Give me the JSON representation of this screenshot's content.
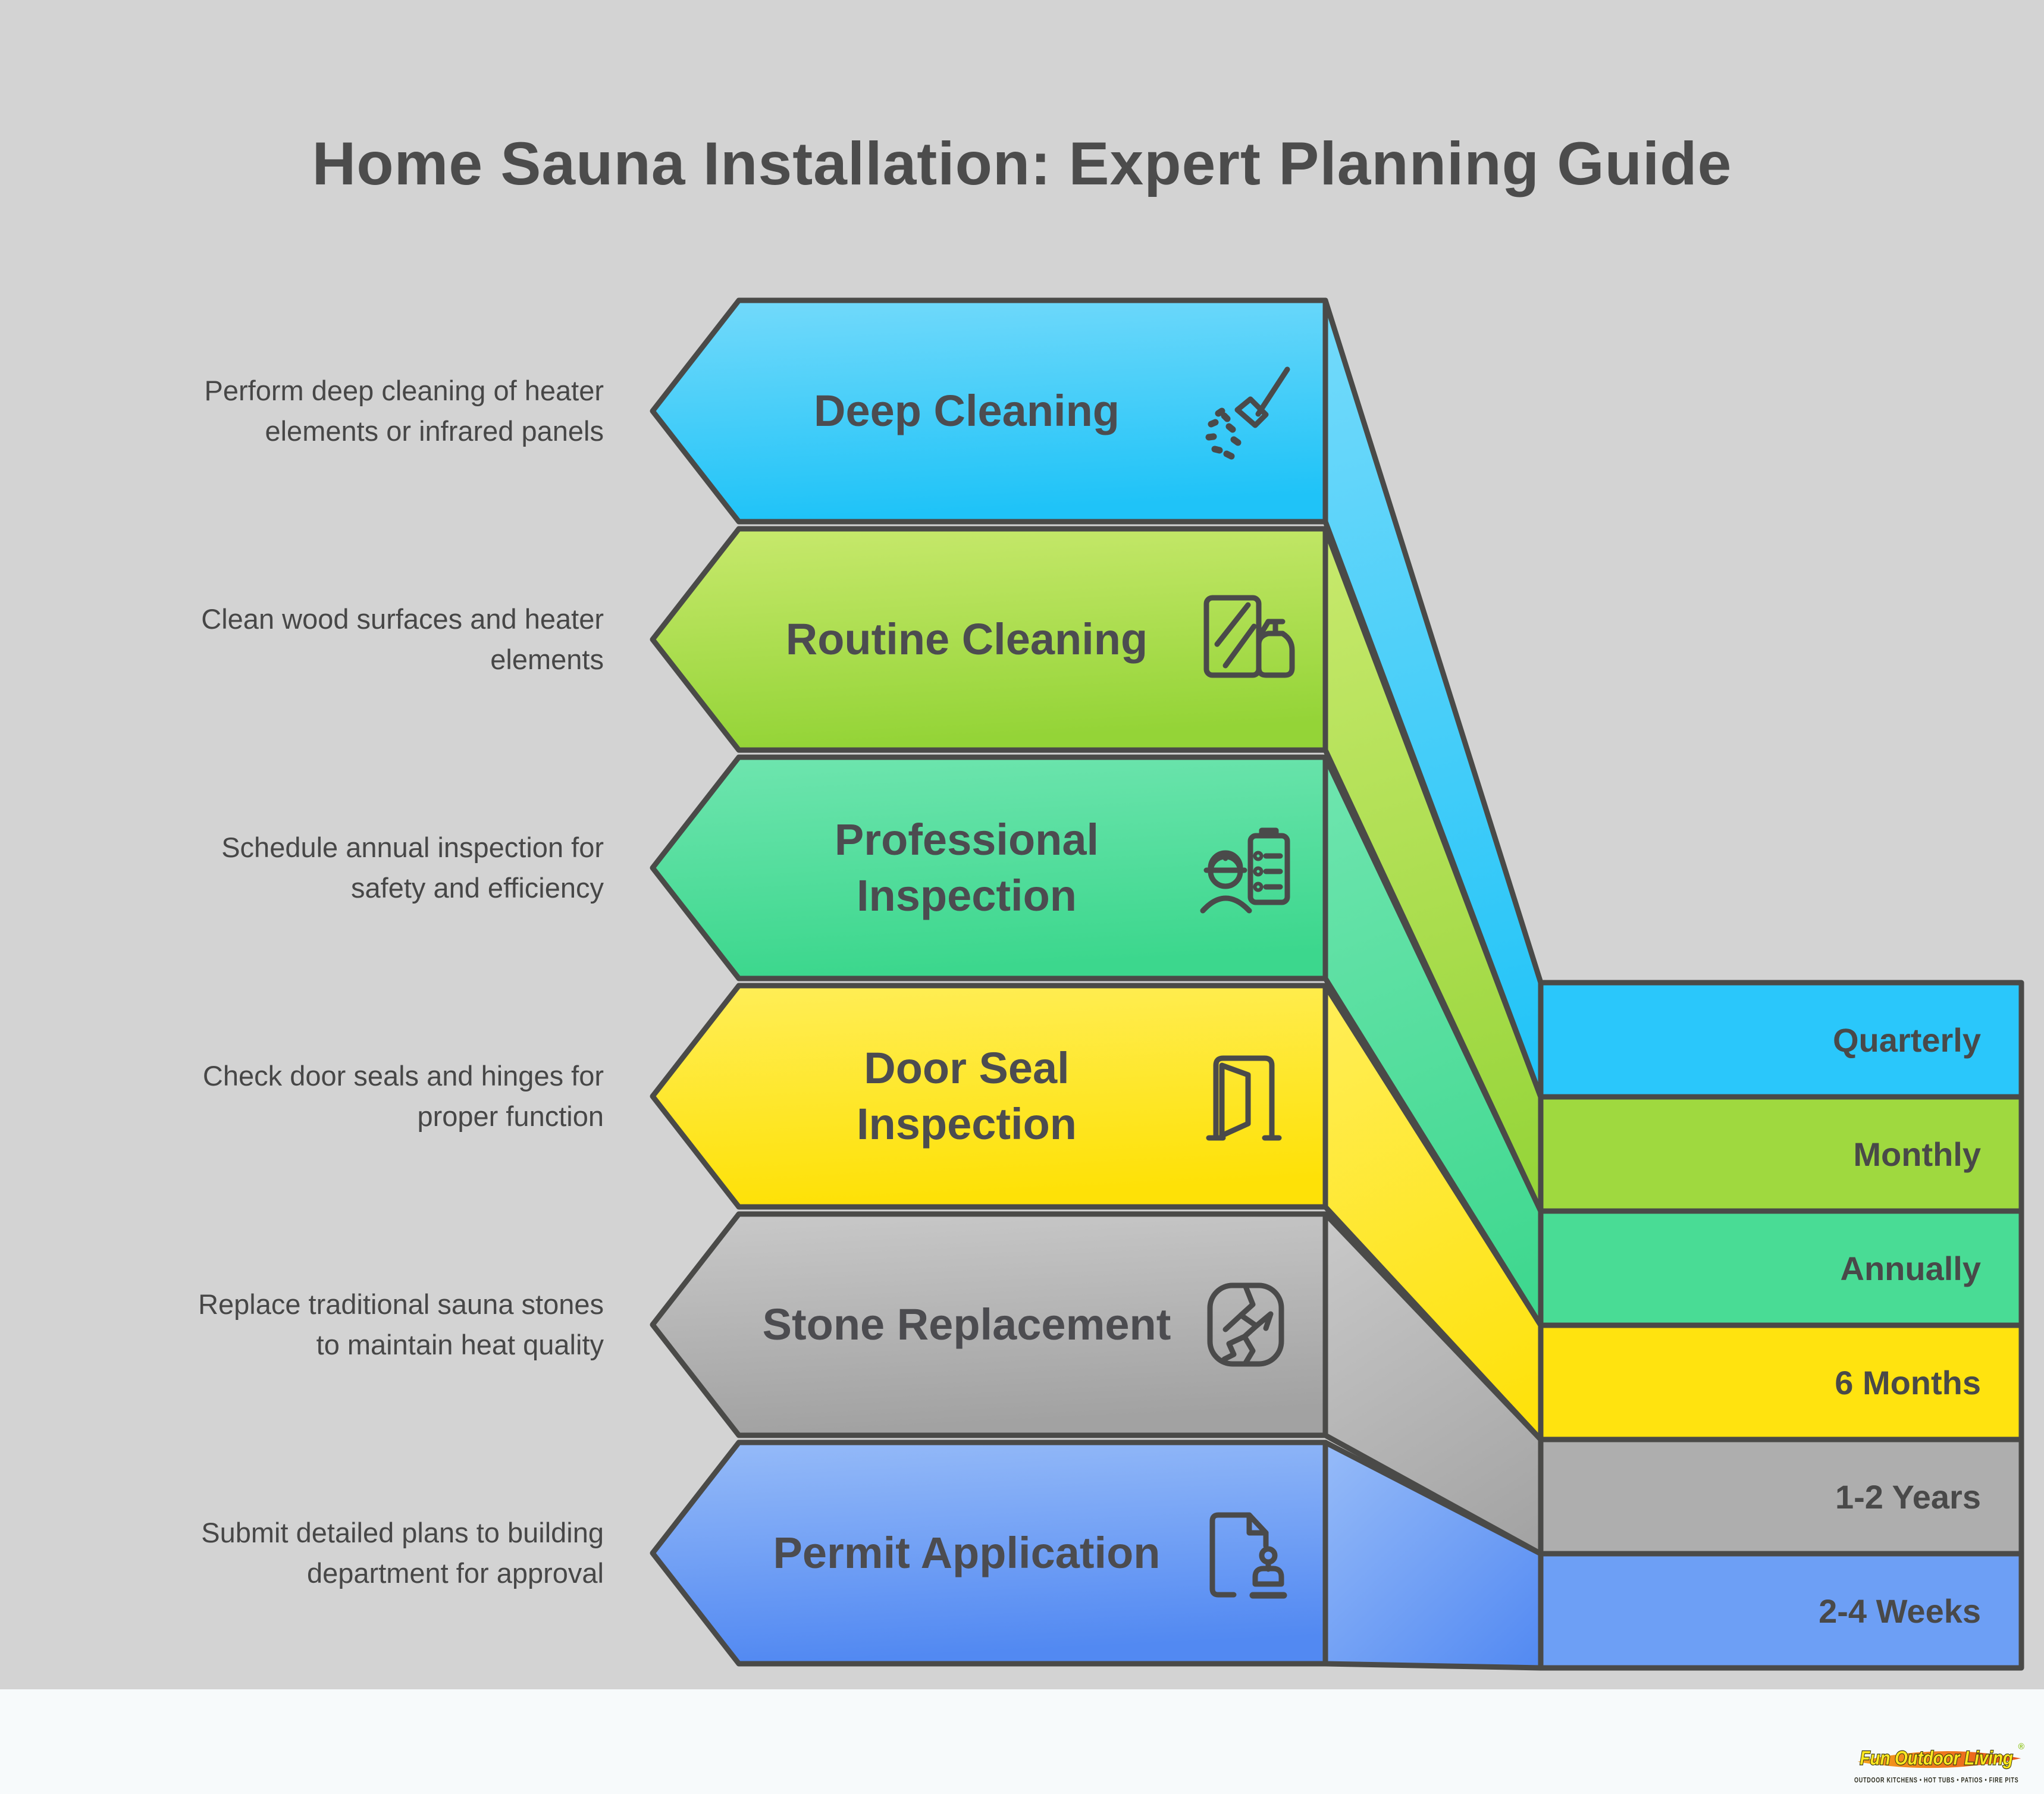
{
  "title": "Home Sauna Installation: Expert Planning Guide",
  "steps": [
    {
      "label": "Deep Cleaning",
      "label_lines": [
        "Deep Cleaning"
      ],
      "description": "Perform deep cleaning of heater elements or infrared panels",
      "desc_lines": [
        "Perform deep cleaning of heater",
        "elements or infrared panels"
      ],
      "frequency": "Quarterly",
      "icon": "scrub-brush-icon",
      "colors": {
        "light": "#74dafa",
        "deep": "#1fc3f8",
        "band": "#2ac7fb"
      }
    },
    {
      "label": "Routine Cleaning",
      "label_lines": [
        "Routine Cleaning"
      ],
      "description": "Clean wood surfaces and heater elements",
      "desc_lines": [
        "Clean wood surfaces and heater",
        "elements"
      ],
      "frequency": "Monthly",
      "icon": "window-spray-icon",
      "colors": {
        "light": "#c8e96d",
        "deep": "#94d437",
        "band": "#9fd93f"
      }
    },
    {
      "label": "Professional Inspection",
      "label_lines": [
        "Professional",
        "Inspection"
      ],
      "description": "Schedule annual inspection for safety and efficiency",
      "desc_lines": [
        "Schedule annual inspection for",
        "safety and efficiency"
      ],
      "frequency": "Annually",
      "icon": "inspector-clipboard-icon",
      "colors": {
        "light": "#6fe5af",
        "deep": "#3cd78d",
        "band": "#49dc95"
      }
    },
    {
      "label": "Door Seal Inspection",
      "label_lines": [
        "Door Seal",
        "Inspection"
      ],
      "description": "Check door seals and hinges for proper function",
      "desc_lines": [
        "Check door seals and hinges for",
        "proper function"
      ],
      "frequency": "6 Months",
      "icon": "door-frame-icon",
      "colors": {
        "light": "#ffee58",
        "deep": "#fee107",
        "band": "#ffe30f"
      }
    },
    {
      "label": "Stone Replacement",
      "label_lines": [
        "Stone Replacement"
      ],
      "description": "Replace traditional sauna stones to maintain heat quality",
      "desc_lines": [
        "Replace traditional sauna stones",
        "to maintain heat quality"
      ],
      "frequency": "1-2 Years",
      "icon": "cracked-stone-icon",
      "colors": {
        "light": "#c9c9c9",
        "deep": "#a2a2a2",
        "band": "#aeaeae"
      }
    },
    {
      "label": "Permit Application",
      "label_lines": [
        "Permit Application"
      ],
      "description": "Submit detailed plans to building department for approval",
      "desc_lines": [
        "Submit detailed plans to building",
        "department for approval"
      ],
      "frequency": "2-4 Weeks",
      "icon": "document-stamp-icon",
      "colors": {
        "light": "#96bbf8",
        "deep": "#5289f2",
        "band": "#6d9ff5"
      }
    }
  ],
  "footer": {
    "brand": "Fun Outdoor Living",
    "registered": "®",
    "tagline": "OUTDOOR KITCHENS • HOT TUBS • PATIOS • FIRE PITS"
  },
  "colors": {
    "background": "#d3d3d3",
    "footer_strip": "#f7fafb",
    "outline": "#4a4a48",
    "title_text": "#4c4c4c",
    "body_text": "#474747",
    "label_text": "#4c4c50"
  }
}
